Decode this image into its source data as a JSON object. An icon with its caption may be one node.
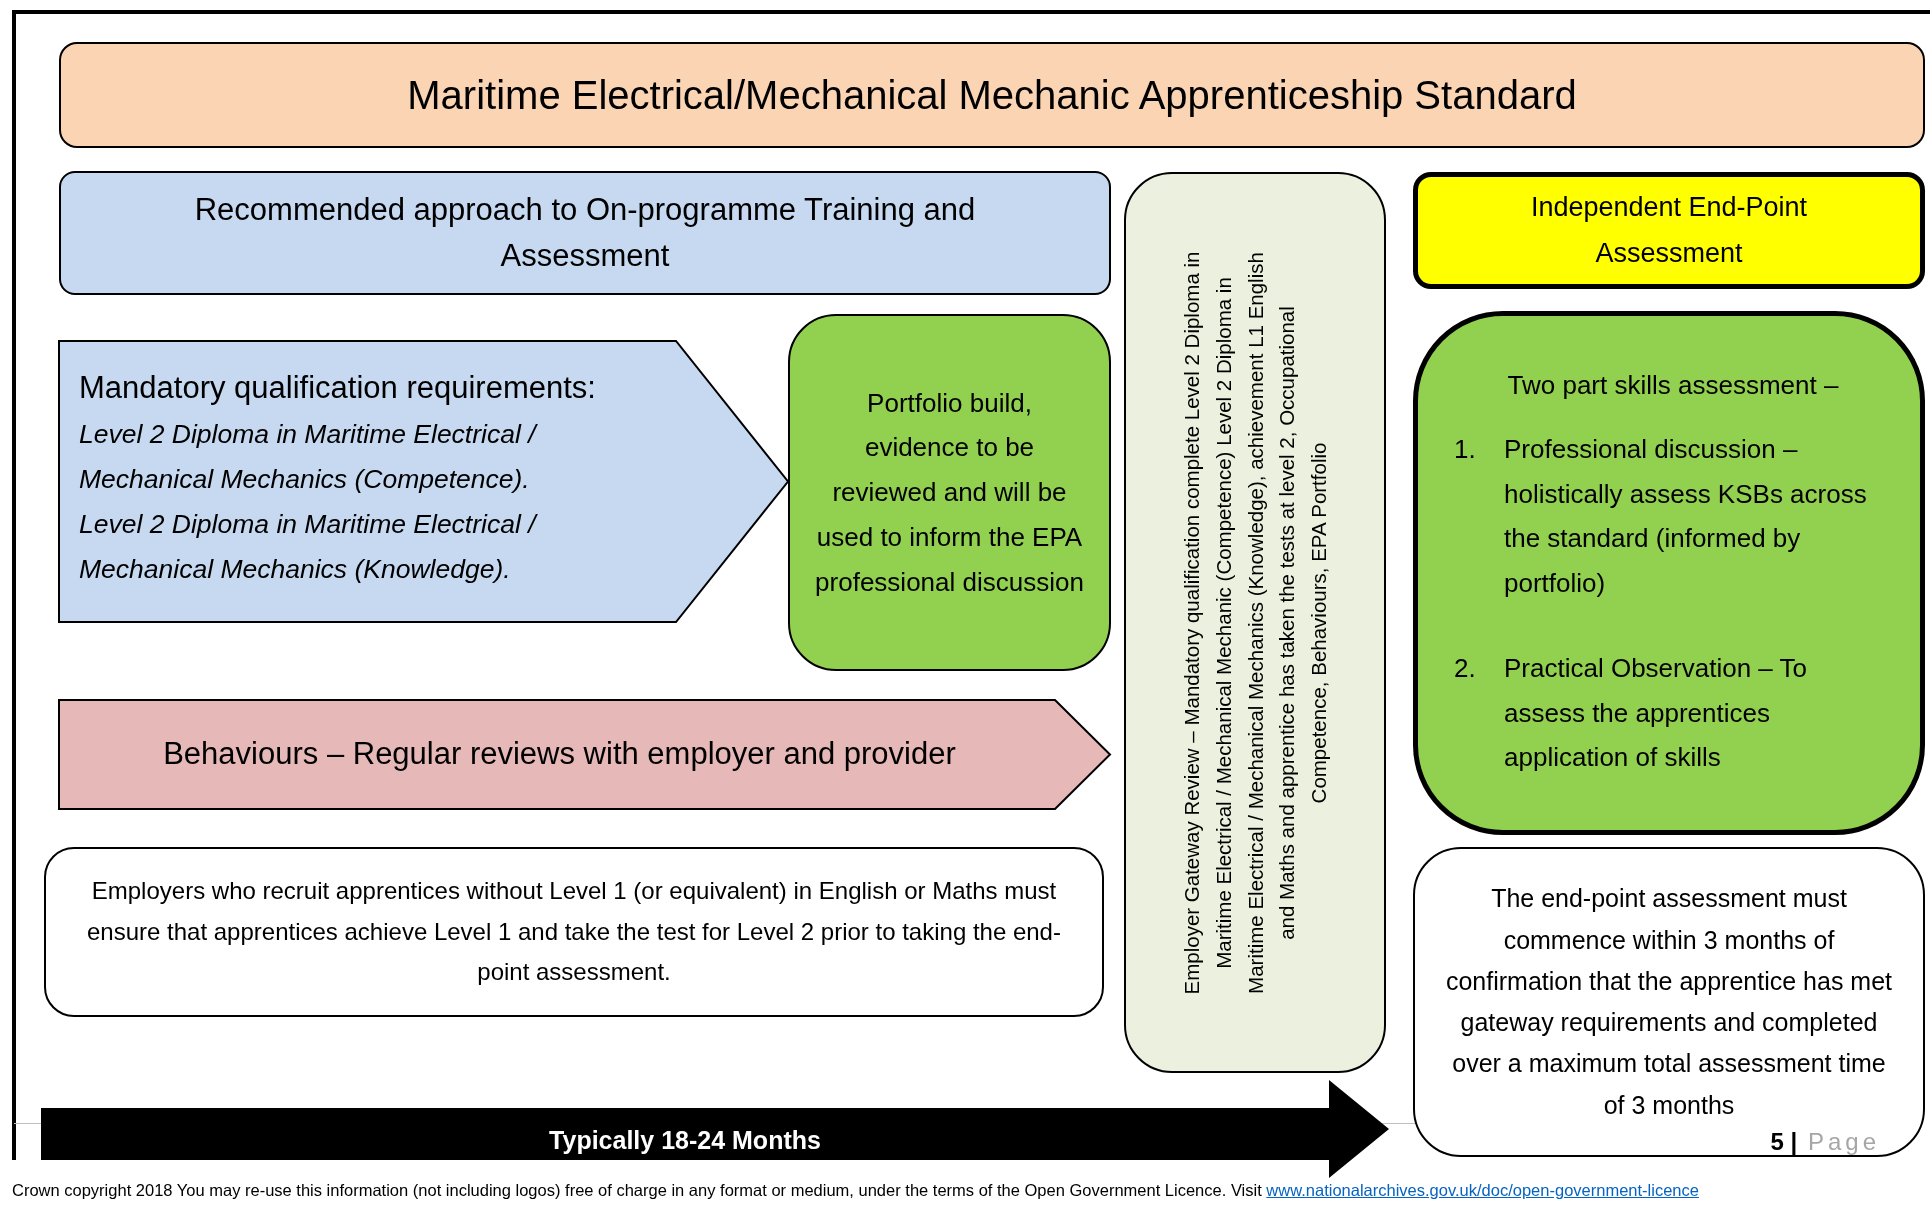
{
  "diagram": {
    "nodes": [
      {
        "text": [
          "Maritime Electrical/Mechanical Mechanic Apprenticeship Standard"
        ]
      },
      {
        "text": [
          "Recommended approach to On-programme Training and Assessment"
        ]
      },
      {
        "text": [
          "Mandatory qualification requirements:",
          "Level 2 Diploma in Maritime Electrical / Mechanical Mechanics (Competence).",
          "Level 2 Diploma in Maritime Electrical / Mechanical Mechanics (Knowledge)."
        ]
      },
      {
        "text": [
          "Portfolio build, evidence to be reviewed and will be used to inform the EPA professional discussion"
        ]
      },
      {
        "text": [
          "Behaviours – Regular reviews with employer and provider"
        ]
      },
      {
        "text": [
          "Employers who recruit apprentices without Level 1 (or equivalent) in English or Maths must ensure that apprentices achieve Level 1 and take the test for Level 2 prior to taking the end-point assessment."
        ]
      },
      {
        "text": [
          "Employer Gateway Review – Mandatory qualification complete Level 2 Diploma in Maritime Electrical / Mechanical Mechanic (Competence) Level 2 Diploma in Maritime Electrical / Mechanical Mechanics (Knowledge), achievement L1 English and Maths and apprentice has taken the tests at level 2, Occupational Competence, Behaviours, EPA Portfolio"
        ]
      },
      {
        "text": [
          "Independent End-Point Assessment"
        ]
      },
      {
        "text": [
          "Two part skills assessment –",
          "1.",
          "Professional discussion – holistically assess KSBs across the standard (informed by portfolio)",
          "2.",
          "Practical Observation – To assess the apprentices application of skills"
        ]
      },
      {
        "text": [
          "The end-point assessment must commence within 3 months of confirmation that the apprentice has met gateway requirements and completed over a maximum total assessment time of 3 months"
        ]
      },
      {
        "text": [
          "Typically 18-24 Months"
        ]
      }
    ],
    "labels": [
      "**5 |** Page",
      "Crown copyright 2018 You may re-use this information (not including logos) free of charge in any format or medium, under the terms of the Open Government Licence. Visit",
      "www.nationalarchives.gov.uk/doc/open-government-licence"
    ]
  }
}
